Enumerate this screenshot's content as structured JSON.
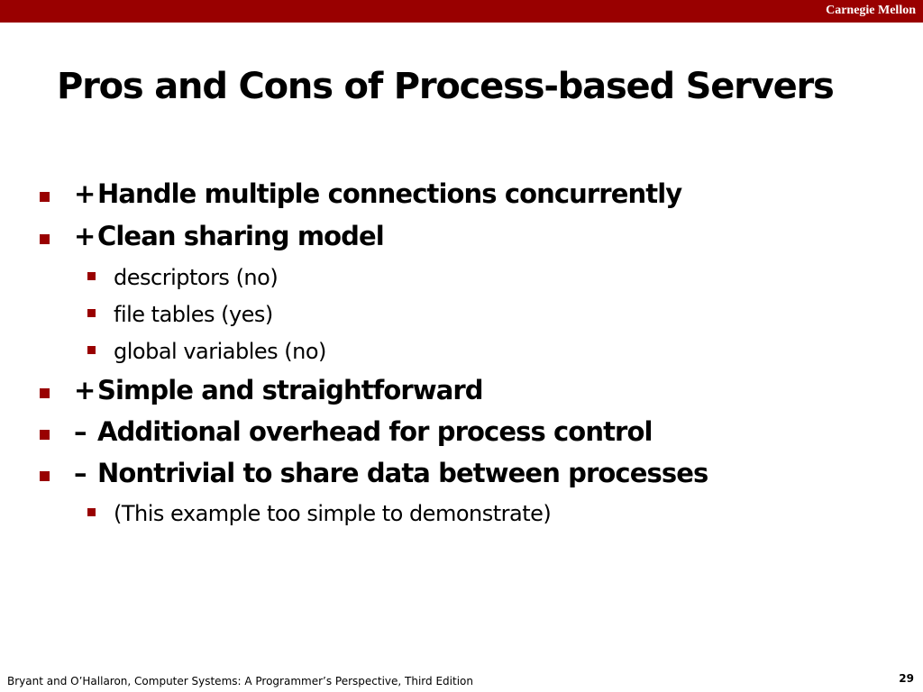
{
  "header": {
    "brand": "Carnegie Mellon"
  },
  "slide": {
    "title": "Pros and Cons of Process-based Servers",
    "items": [
      {
        "level": 1,
        "symbol": "+",
        "text": "Handle multiple connections concurrently"
      },
      {
        "level": 1,
        "symbol": "+",
        "text": "Clean sharing model"
      },
      {
        "level": 2,
        "text": "descriptors (no)"
      },
      {
        "level": 2,
        "text": "file tables (yes)"
      },
      {
        "level": 2,
        "text": "global variables (no)"
      },
      {
        "level": 1,
        "symbol": "+",
        "text": "Simple and straightforward"
      },
      {
        "level": 1,
        "symbol": "–",
        "text": "Additional overhead for process control"
      },
      {
        "level": 1,
        "symbol": "–",
        "text": "Nontrivial to share data between processes"
      },
      {
        "level": 2,
        "text": "(This example too simple to demonstrate)"
      }
    ]
  },
  "footer": {
    "citation": "Bryant and O’Hallaron, Computer Systems: A Programmer’s Perspective, Third Edition",
    "page_number": "29"
  },
  "colors": {
    "accent": "#990000",
    "text": "#000000",
    "background": "#ffffff"
  }
}
